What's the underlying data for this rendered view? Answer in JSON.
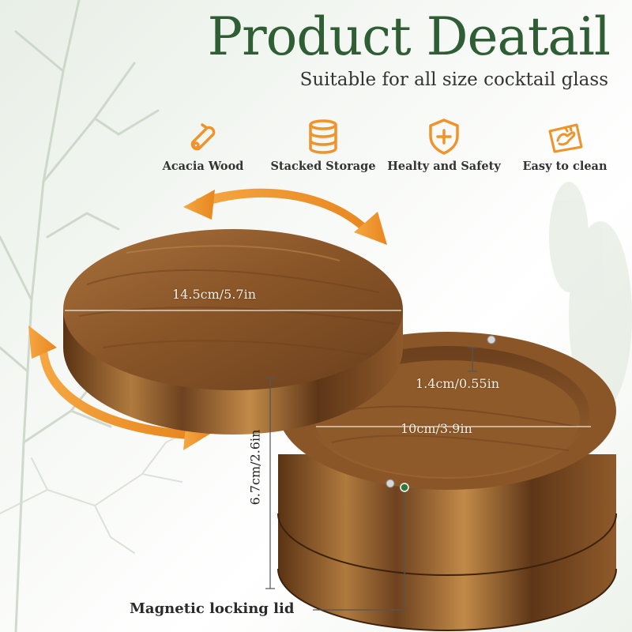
{
  "header": {
    "title": "Product Deatail",
    "subtitle": "Suitable for all size cocktail glass"
  },
  "features": [
    {
      "icon": "wood-log-icon",
      "label": "Acacia Wood"
    },
    {
      "icon": "stacked-storage-icon",
      "label": "Stacked Storage"
    },
    {
      "icon": "shield-plus-icon",
      "label": "Healty and Safety"
    },
    {
      "icon": "wipe-hand-icon",
      "label": "Easy to clean"
    }
  ],
  "dimensions": {
    "lid_diameter": "14.5cm/5.7in",
    "depth": "1.4cm/0.55in",
    "inner_diameter": "10cm/3.9in",
    "height": "6.7cm/2.6in"
  },
  "callout": "Magnetic locking lid",
  "colors": {
    "title_green": "#2f5e34",
    "accent_orange": "#f0932b",
    "wood_dark": "#6b3f1d",
    "wood_light": "#a8703c"
  }
}
